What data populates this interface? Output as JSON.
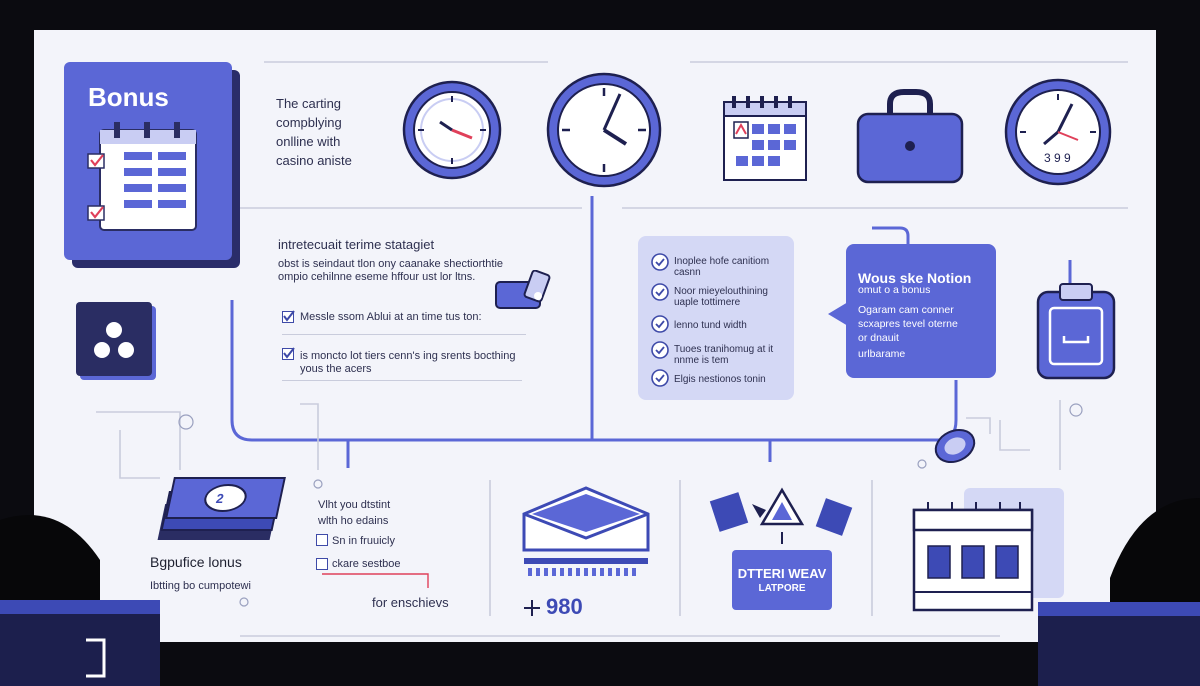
{
  "header": {
    "bonus_label": "Bonus",
    "intro_lines": [
      "The carting",
      "compblying",
      "onlline with",
      "casino aniste"
    ]
  },
  "strategy": {
    "title": "intretecuait terime statagiet",
    "desc_lines": [
      "obst is seindaut tlon ony caanake shectiorthtie",
      "ompio cehilnne eseme hffour ust lor ltns."
    ],
    "item1": "Messle ssom Ablui at an time tus ton:",
    "item2_lines": [
      "is moncto lot tiers cenn's ing srents bocthing",
      "yous the acers"
    ]
  },
  "checklist": {
    "items": [
      [
        "Inoplee hofe canitiom",
        "casnn"
      ],
      [
        "Noor mieyelouthining",
        "uaple tottimere"
      ],
      [
        "lenno tund width"
      ],
      [
        "Tuoes tranihomug at it",
        "nnme is tem"
      ],
      [
        "Elgis nestionos tonin"
      ]
    ]
  },
  "notion": {
    "title": "Wous ske Notion",
    "sub_lines": [
      "omut o a bonus",
      "",
      "Ogaram cam conner",
      "scxapres tevel oterne",
      "or dnauit",
      "urlbarame"
    ]
  },
  "bottom": {
    "left_title": "Bgpufice lonus",
    "left_sub": "Ibtting bo cumpotewi",
    "mid_lines": [
      "Vlht you dtstint",
      "wlth ho edains"
    ],
    "opt1": "Sn in fruuicly",
    "opt2": "ckare sestboe",
    "foot": "for enschievs",
    "number": "980",
    "ticket_lines": [
      "DTTERI WEAV",
      "LATPORE"
    ]
  },
  "colors": {
    "accent": "#5b67d6",
    "dark": "#2a2d63",
    "soft": "#d4d8f5",
    "board": "#f3f4fa"
  },
  "icons": [
    "calendar-icon",
    "clock-icon",
    "padlock-icon",
    "money-stack-icon",
    "envelope-icon",
    "ticket-icon",
    "casino-chip-icon",
    "clipboard-icon",
    "building-icon"
  ]
}
